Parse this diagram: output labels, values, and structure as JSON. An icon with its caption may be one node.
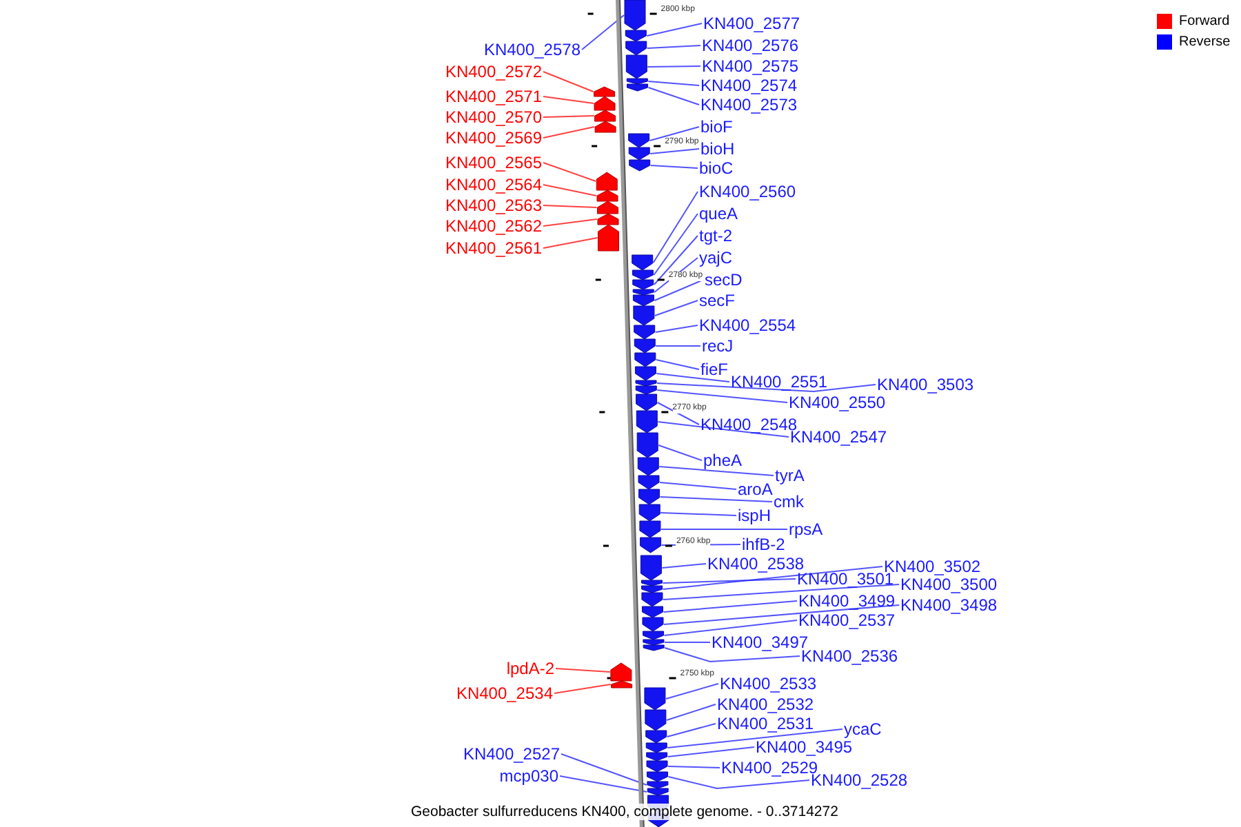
{
  "diagram": {
    "caption": "Geobacter sulfurreducens KN400, complete genome. - 0..3714272",
    "nodes": [
      {
        "text": [
          "KN400_2578"
        ]
      },
      {
        "text": [
          "KN400_2572"
        ]
      },
      {
        "text": [
          "KN400_2571"
        ]
      },
      {
        "text": [
          "KN400_2570"
        ]
      },
      {
        "text": [
          "KN400_2569"
        ]
      },
      {
        "text": [
          "KN400_2565"
        ]
      },
      {
        "text": [
          "KN400_2564"
        ]
      },
      {
        "text": [
          "KN400_2563"
        ]
      },
      {
        "text": [
          "KN400_2562"
        ]
      },
      {
        "text": [
          "KN400_2561"
        ]
      },
      {
        "text": [
          "KN400_2577"
        ]
      },
      {
        "text": [
          "KN400_2576"
        ]
      },
      {
        "text": [
          "KN400_2575"
        ]
      },
      {
        "text": [
          "KN400_2574"
        ]
      },
      {
        "text": [
          "KN400_2573"
        ]
      },
      {
        "text": [
          "bioF"
        ]
      },
      {
        "text": [
          "bioH"
        ]
      },
      {
        "text": [
          "bioC"
        ]
      },
      {
        "text": [
          "KN400_2560"
        ]
      },
      {
        "text": [
          "queA"
        ]
      },
      {
        "text": [
          "tgt-2"
        ]
      },
      {
        "text": [
          "yajC"
        ]
      },
      {
        "text": [
          "secD"
        ]
      },
      {
        "text": [
          "secF"
        ]
      },
      {
        "text": [
          "KN400_2554"
        ]
      },
      {
        "text": [
          "recJ"
        ]
      },
      {
        "text": [
          "fieF"
        ]
      },
      {
        "text": [
          "KN400_2551"
        ]
      },
      {
        "text": [
          "KN400_3503"
        ]
      },
      {
        "text": [
          "KN400_2550"
        ]
      },
      {
        "text": [
          "KN400_2548"
        ]
      },
      {
        "text": [
          "KN400_2547"
        ]
      },
      {
        "text": [
          "pheA"
        ]
      },
      {
        "text": [
          "tyrA"
        ]
      },
      {
        "text": [
          "aroA"
        ]
      },
      {
        "text": [
          "cmk"
        ]
      },
      {
        "text": [
          "ispH"
        ]
      },
      {
        "text": [
          "rpsA"
        ]
      },
      {
        "text": [
          "ihfB-2"
        ]
      },
      {
        "text": [
          "KN400_2538"
        ]
      },
      {
        "text": [
          "KN400_3501"
        ]
      },
      {
        "text": [
          "KN400_3502"
        ]
      },
      {
        "text": [
          "KN400_3500"
        ]
      },
      {
        "text": [
          "KN400_3499"
        ]
      },
      {
        "text": [
          "KN400_3498"
        ]
      },
      {
        "text": [
          "KN400_2537"
        ]
      },
      {
        "text": [
          "KN400_3497"
        ]
      },
      {
        "text": [
          "KN400_2536"
        ]
      },
      {
        "text": [
          "lpdA-2"
        ]
      },
      {
        "text": [
          "KN400_2534"
        ]
      },
      {
        "text": [
          "KN400_2533"
        ]
      },
      {
        "text": [
          "KN400_2532"
        ]
      },
      {
        "text": [
          "KN400_2531"
        ]
      },
      {
        "text": [
          "ycaC"
        ]
      },
      {
        "text": [
          "KN400_3495"
        ]
      },
      {
        "text": [
          "KN400_2529"
        ]
      },
      {
        "text": [
          "KN400_2528"
        ]
      },
      {
        "text": [
          "KN400_2527"
        ]
      },
      {
        "text": [
          "mcp030"
        ]
      },
      {
        "text": [],
        "shape": "arrow"
      },
      {
        "text": [],
        "shape": "arrow"
      },
      {
        "text": [],
        "shape": "arrow"
      },
      {
        "text": [],
        "shape": "arrow"
      },
      {
        "text": [],
        "shape": "arrow"
      },
      {
        "text": [],
        "shape": "arrow"
      },
      {
        "text": [],
        "shape": "arrow"
      },
      {
        "text": [],
        "shape": "arrow"
      },
      {
        "text": [],
        "shape": "arrow"
      },
      {
        "text": [],
        "shape": "arrow"
      },
      {
        "text": [],
        "shape": "arrow"
      },
      {
        "text": [],
        "shape": "arrow"
      },
      {
        "text": [],
        "shape": "arrow"
      },
      {
        "text": [],
        "shape": "arrow"
      },
      {
        "text": [],
        "shape": "arrow"
      },
      {
        "text": [],
        "shape": "arrow"
      },
      {
        "text": [],
        "shape": "arrow"
      },
      {
        "text": [],
        "shape": "arrow"
      },
      {
        "text": [],
        "shape": "arrow"
      },
      {
        "text": [],
        "shape": "arrow"
      },
      {
        "text": [],
        "shape": "arrow"
      },
      {
        "text": [],
        "shape": "arrow"
      },
      {
        "text": [],
        "shape": "arrow"
      },
      {
        "text": [],
        "shape": "arrow"
      },
      {
        "text": [],
        "shape": "arrow"
      },
      {
        "text": [],
        "shape": "arrow"
      },
      {
        "text": [],
        "shape": "arrow"
      },
      {
        "text": [],
        "shape": "arrow"
      },
      {
        "text": [],
        "shape": "arrow"
      },
      {
        "text": [],
        "shape": "arrow"
      },
      {
        "text": [],
        "shape": "arrow"
      },
      {
        "text": [],
        "shape": "arrow"
      },
      {
        "text": [],
        "shape": "arrow"
      },
      {
        "text": [],
        "shape": "arrow"
      },
      {
        "text": [],
        "shape": "arrow"
      },
      {
        "text": [],
        "shape": "arrow"
      },
      {
        "text": [],
        "shape": "arrow"
      },
      {
        "text": [],
        "shape": "arrow"
      },
      {
        "text": [],
        "shape": "arrow"
      },
      {
        "text": [],
        "shape": "arrow"
      },
      {
        "text": [],
        "shape": "arrow"
      },
      {
        "text": [],
        "shape": "arrow"
      },
      {
        "text": [],
        "shape": "arrow"
      },
      {
        "text": [],
        "shape": "arrow"
      },
      {
        "text": [],
        "shape": "arrow"
      },
      {
        "text": [],
        "shape": "arrow"
      },
      {
        "text": [],
        "shape": "arrow"
      },
      {
        "text": [],
        "shape": "arrow"
      },
      {
        "text": [],
        "shape": "arrow"
      },
      {
        "text": [],
        "shape": "arrow"
      },
      {
        "text": [],
        "shape": "arrow"
      },
      {
        "text": [],
        "shape": "arrow"
      },
      {
        "text": [],
        "shape": "arrow"
      },
      {
        "text": [],
        "shape": "arrow"
      },
      {
        "text": [],
        "shape": "arrow"
      },
      {
        "text": [],
        "shape": "arrow"
      },
      {
        "text": [],
        "shape": "arrow"
      },
      {
        "text": [],
        "shape": "arrow"
      },
      {
        "text": [],
        "shape": "arrow"
      },
      {
        "text": [],
        "shape": "arrow"
      },
      {
        "text": [],
        "shape": "arrow"
      }
    ],
    "edges": [
      {
        "from": 0,
        "to": 59,
        "arrow": "none"
      },
      {
        "from": 1,
        "to": 60,
        "arrow": "none",
        "color": "#ff0000"
      },
      {
        "from": 2,
        "to": 61,
        "arrow": "none",
        "color": "#ff0000"
      },
      {
        "from": 3,
        "to": 62,
        "arrow": "none",
        "color": "#ff0000"
      },
      {
        "from": 4,
        "to": 63,
        "arrow": "none",
        "color": "#ff0000"
      },
      {
        "from": 5,
        "to": 64,
        "arrow": "none",
        "color": "#ff0000"
      },
      {
        "from": 6,
        "to": 65,
        "arrow": "none",
        "color": "#ff0000"
      },
      {
        "from": 7,
        "to": 66,
        "arrow": "none",
        "color": "#ff0000"
      },
      {
        "from": 8,
        "to": 67,
        "arrow": "none",
        "color": "#ff0000"
      },
      {
        "from": 9,
        "to": 68,
        "arrow": "none",
        "color": "#ff0000"
      },
      {
        "from": 10,
        "to": 69,
        "arrow": "none"
      },
      {
        "from": 11,
        "to": 70,
        "arrow": "none"
      },
      {
        "from": 12,
        "to": 71,
        "arrow": "none"
      },
      {
        "from": 13,
        "to": 72,
        "arrow": "none"
      },
      {
        "from": 14,
        "to": 73,
        "arrow": "none"
      },
      {
        "from": 15,
        "to": 74,
        "arrow": "none"
      },
      {
        "from": 16,
        "to": 75,
        "arrow": "none"
      },
      {
        "from": 17,
        "to": 76,
        "arrow": "none"
      },
      {
        "from": 18,
        "to": 77,
        "arrow": "none"
      },
      {
        "from": 19,
        "to": 78,
        "arrow": "none"
      },
      {
        "from": 20,
        "to": 79,
        "arrow": "none"
      },
      {
        "from": 21,
        "to": 80,
        "arrow": "none"
      },
      {
        "from": 22,
        "to": 81,
        "arrow": "none"
      },
      {
        "from": 23,
        "to": 82,
        "arrow": "none"
      },
      {
        "from": 24,
        "to": 83,
        "arrow": "none"
      },
      {
        "from": 25,
        "to": 84,
        "arrow": "none"
      },
      {
        "from": 26,
        "to": 85,
        "arrow": "none"
      },
      {
        "from": 27,
        "to": 86,
        "arrow": "none"
      },
      {
        "from": 28,
        "to": 87,
        "arrow": "none"
      },
      {
        "from": 29,
        "to": 88,
        "arrow": "none"
      },
      {
        "from": 30,
        "to": 89,
        "arrow": "none"
      },
      {
        "from": 31,
        "to": 90,
        "arrow": "none"
      },
      {
        "from": 32,
        "to": 91,
        "arrow": "none"
      },
      {
        "from": 33,
        "to": 92,
        "arrow": "none"
      },
      {
        "from": 34,
        "to": 93,
        "arrow": "none"
      },
      {
        "from": 35,
        "to": 94,
        "arrow": "none"
      },
      {
        "from": 36,
        "to": 95,
        "arrow": "none"
      },
      {
        "from": 37,
        "to": 96,
        "arrow": "none"
      },
      {
        "from": 38,
        "to": 97,
        "arrow": "none"
      },
      {
        "from": 39,
        "to": 98,
        "arrow": "none"
      },
      {
        "from": 40,
        "to": 99,
        "arrow": "none"
      },
      {
        "from": 41,
        "to": 100,
        "arrow": "none"
      },
      {
        "from": 42,
        "to": 101,
        "arrow": "none"
      },
      {
        "from": 43,
        "to": 102,
        "arrow": "none"
      },
      {
        "from": 44,
        "to": 103,
        "arrow": "none"
      },
      {
        "from": 45,
        "to": 104,
        "arrow": "none"
      },
      {
        "from": 46,
        "to": 105,
        "arrow": "none"
      },
      {
        "from": 47,
        "to": 106,
        "arrow": "none"
      },
      {
        "from": 48,
        "to": 107,
        "arrow": "none",
        "color": "#ff0000"
      },
      {
        "from": 49,
        "to": 108,
        "arrow": "none",
        "color": "#ff0000"
      },
      {
        "from": 50,
        "to": 109,
        "arrow": "none"
      },
      {
        "from": 51,
        "to": 110,
        "arrow": "none"
      },
      {
        "from": 52,
        "to": 111,
        "arrow": "none"
      },
      {
        "from": 53,
        "to": 112,
        "arrow": "none"
      },
      {
        "from": 54,
        "to": 113,
        "arrow": "none"
      },
      {
        "from": 55,
        "to": 114,
        "arrow": "none"
      },
      {
        "from": 56,
        "to": 115,
        "arrow": "none"
      },
      {
        "from": 57,
        "to": 116,
        "arrow": "none"
      },
      {
        "from": 58,
        "to": 117,
        "arrow": "none"
      }
    ],
    "labels": [
      "2800 kbp",
      "2790 kbp",
      "2780 kbp",
      "2770 kbp",
      "2760 kbp",
      "2750 kbp"
    ],
    "legend": [
      {
        "text": "Forward",
        "color": "#ff0000"
      },
      {
        "text": "Reverse",
        "color": "#0000ff"
      }
    ]
  }
}
